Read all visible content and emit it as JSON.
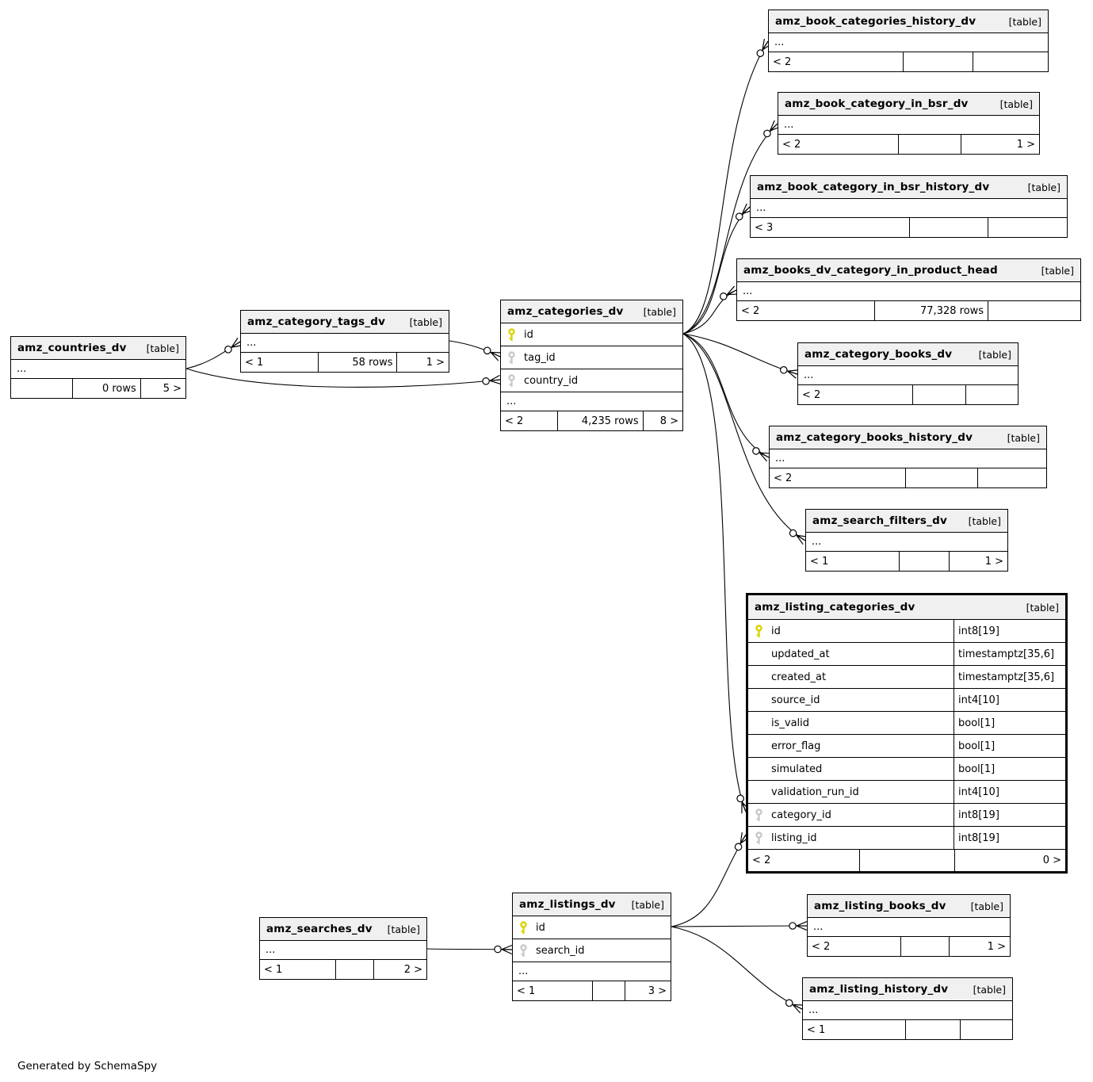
{
  "page": {
    "note": "Generated by SchemaSpy"
  },
  "colors": {
    "primary_key": "#d9d400",
    "foreign_key": "#c9c9c9",
    "header_bg": "#f0f0f0",
    "edge": "#000000",
    "node_border": "#000000"
  },
  "icons": {
    "primary_key": "key-icon",
    "foreign_key": "key-icon"
  },
  "tables": {
    "book_categories_history": {
      "name": "amz_book_categories_history_dv",
      "badge": "[table]",
      "ellipsis": "...",
      "footer": {
        "l": "< 2",
        "m": "",
        "r": ""
      }
    },
    "book_category_in_bsr": {
      "name": "amz_book_category_in_bsr_dv",
      "badge": "[table]",
      "ellipsis": "...",
      "footer": {
        "l": "< 2",
        "m": "",
        "r": "1 >"
      }
    },
    "book_category_in_bsr_history": {
      "name": "amz_book_category_in_bsr_history_dv",
      "badge": "[table]",
      "ellipsis": "...",
      "footer": {
        "l": "< 3",
        "m": "",
        "r": ""
      }
    },
    "books_dv_category_in_product_head": {
      "name": "amz_books_dv_category_in_product_head",
      "badge": "[table]",
      "ellipsis": "...",
      "footer": {
        "l": "< 2",
        "m": "77,328 rows",
        "r": ""
      }
    },
    "categories": {
      "name": "amz_categories_dv",
      "badge": "[table]",
      "columns": [
        {
          "name": "id",
          "key": "pk"
        },
        {
          "name": "tag_id",
          "key": "fk"
        },
        {
          "name": "country_id",
          "key": "fk"
        }
      ],
      "ellipsis": "...",
      "footer": {
        "l": "< 2",
        "m": "4,235 rows",
        "r": "8 >"
      }
    },
    "category_tags": {
      "name": "amz_category_tags_dv",
      "badge": "[table]",
      "ellipsis": "...",
      "footer": {
        "l": "< 1",
        "m": "58 rows",
        "r": "1 >"
      }
    },
    "countries": {
      "name": "amz_countries_dv",
      "badge": "[table]",
      "ellipsis": "...",
      "footer": {
        "l": "",
        "m": "0 rows",
        "r": "5 >"
      }
    },
    "category_books": {
      "name": "amz_category_books_dv",
      "badge": "[table]",
      "ellipsis": "...",
      "footer": {
        "l": "< 2",
        "m": "",
        "r": ""
      }
    },
    "category_books_history": {
      "name": "amz_category_books_history_dv",
      "badge": "[table]",
      "ellipsis": "...",
      "footer": {
        "l": "< 2",
        "m": "",
        "r": ""
      }
    },
    "search_filters": {
      "name": "amz_search_filters_dv",
      "badge": "[table]",
      "ellipsis": "...",
      "footer": {
        "l": "< 1",
        "m": "",
        "r": "1 >"
      }
    },
    "listing_categories": {
      "name": "amz_listing_categories_dv",
      "badge": "[table]",
      "columns": [
        {
          "name": "id",
          "type": "int8[19]",
          "key": "pk"
        },
        {
          "name": "updated_at",
          "type": "timestamptz[35,6]",
          "key": ""
        },
        {
          "name": "created_at",
          "type": "timestamptz[35,6]",
          "key": ""
        },
        {
          "name": "source_id",
          "type": "int4[10]",
          "key": ""
        },
        {
          "name": "is_valid",
          "type": "bool[1]",
          "key": ""
        },
        {
          "name": "error_flag",
          "type": "bool[1]",
          "key": ""
        },
        {
          "name": "simulated",
          "type": "bool[1]",
          "key": ""
        },
        {
          "name": "validation_run_id",
          "type": "int4[10]",
          "key": ""
        },
        {
          "name": "category_id",
          "type": "int8[19]",
          "key": "fk"
        },
        {
          "name": "listing_id",
          "type": "int8[19]",
          "key": "fk"
        }
      ],
      "footer": {
        "l": "< 2",
        "m": "",
        "r": "0 >"
      }
    },
    "searches": {
      "name": "amz_searches_dv",
      "badge": "[table]",
      "ellipsis": "...",
      "footer": {
        "l": "< 1",
        "m": "",
        "r": "2 >"
      }
    },
    "listings": {
      "name": "amz_listings_dv",
      "badge": "[table]",
      "columns": [
        {
          "name": "id",
          "key": "pk"
        },
        {
          "name": "search_id",
          "key": "fk"
        }
      ],
      "ellipsis": "...",
      "footer": {
        "l": "< 1",
        "m": "",
        "r": "3 >"
      }
    },
    "listing_books": {
      "name": "amz_listing_books_dv",
      "badge": "[table]",
      "ellipsis": "...",
      "footer": {
        "l": "< 2",
        "m": "",
        "r": "1 >"
      }
    },
    "listing_history": {
      "name": "amz_listing_history_dv",
      "badge": "[table]",
      "ellipsis": "...",
      "footer": {
        "l": "< 1",
        "m": "",
        "r": ""
      }
    }
  },
  "relationships": [
    {
      "from": "amz_categories_dv.id",
      "to": "amz_book_categories_history_dv"
    },
    {
      "from": "amz_categories_dv.id",
      "to": "amz_book_category_in_bsr_dv"
    },
    {
      "from": "amz_categories_dv.id",
      "to": "amz_book_category_in_bsr_history_dv"
    },
    {
      "from": "amz_categories_dv.id",
      "to": "amz_books_dv_category_in_product_head"
    },
    {
      "from": "amz_categories_dv.id",
      "to": "amz_category_books_dv"
    },
    {
      "from": "amz_categories_dv.id",
      "to": "amz_category_books_history_dv"
    },
    {
      "from": "amz_categories_dv.id",
      "to": "amz_search_filters_dv"
    },
    {
      "from": "amz_categories_dv.id",
      "to": "amz_listing_categories_dv.category_id"
    },
    {
      "from": "amz_countries_dv",
      "to": "amz_category_tags_dv"
    },
    {
      "from": "amz_countries_dv",
      "to": "amz_categories_dv.country_id"
    },
    {
      "from": "amz_category_tags_dv",
      "to": "amz_categories_dv.tag_id"
    },
    {
      "from": "amz_searches_dv",
      "to": "amz_listings_dv.search_id"
    },
    {
      "from": "amz_listings_dv.id",
      "to": "amz_listing_categories_dv.listing_id"
    },
    {
      "from": "amz_listings_dv.id",
      "to": "amz_listing_books_dv"
    },
    {
      "from": "amz_listings_dv.id",
      "to": "amz_listing_history_dv"
    }
  ]
}
